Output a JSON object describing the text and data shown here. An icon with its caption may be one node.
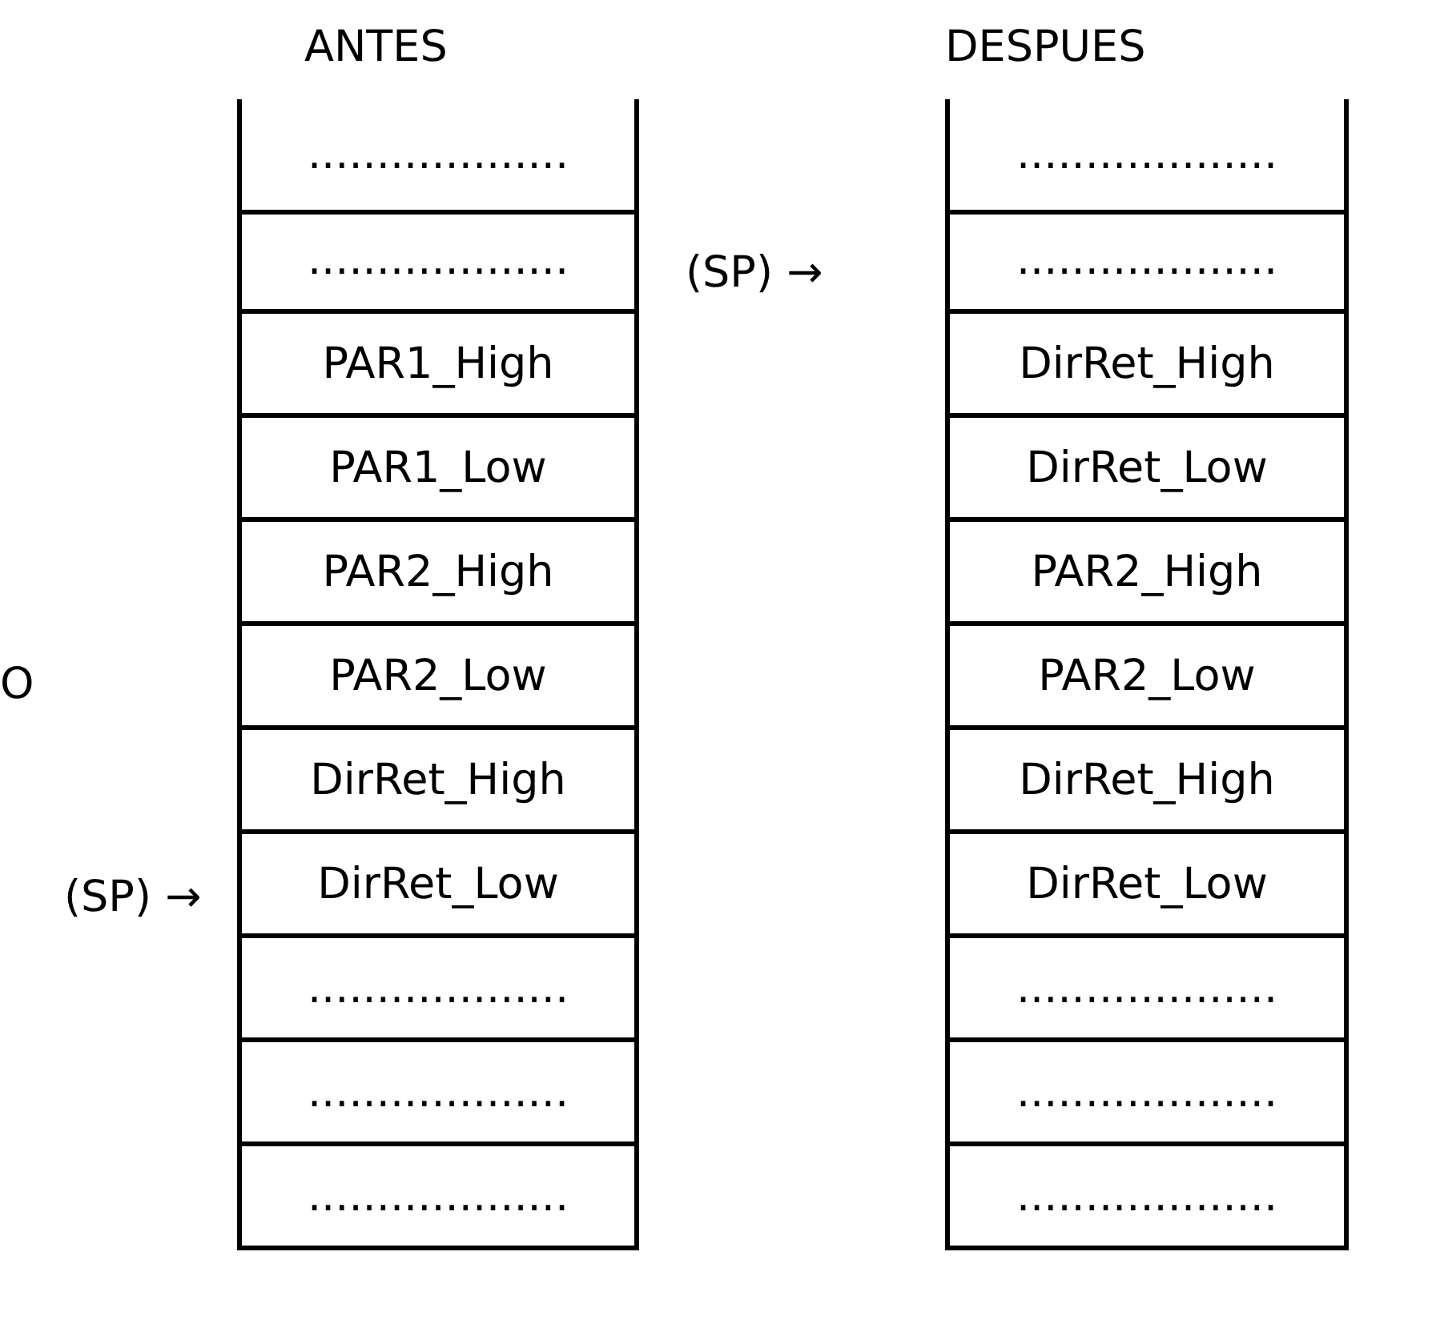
{
  "diagram": {
    "nodes": [
      {
        "text": [
          "ANTES"
        ]
      },
      {
        "text": [
          "..................."
        ],
        "in": 0
      },
      {
        "text": [
          "..................."
        ],
        "in": 0
      },
      {
        "text": [
          "PAR1_High"
        ],
        "in": 0
      },
      {
        "text": [
          "PAR1_Low"
        ],
        "in": 0
      },
      {
        "text": [
          "PAR2_High"
        ],
        "in": 0
      },
      {
        "text": [
          "PAR2_Low"
        ],
        "in": 0
      },
      {
        "text": [
          "DirRet_High"
        ],
        "in": 0
      },
      {
        "text": [
          "DirRet_Low"
        ],
        "in": 0
      },
      {
        "text": [
          "..................."
        ],
        "in": 0
      },
      {
        "text": [
          "..................."
        ],
        "in": 0
      },
      {
        "text": [
          "..................."
        ],
        "in": 0
      },
      {
        "text": [
          "DESPUES"
        ]
      },
      {
        "text": [
          "..................."
        ],
        "in": 12
      },
      {
        "text": [
          "..................."
        ],
        "in": 12
      },
      {
        "text": [
          "DirRet_High"
        ],
        "in": 12
      },
      {
        "text": [
          "DirRet_Low"
        ],
        "in": 12
      },
      {
        "text": [
          "PAR2_High"
        ],
        "in": 12
      },
      {
        "text": [
          "PAR2_Low"
        ],
        "in": 12
      },
      {
        "text": [
          "DirRet_High"
        ],
        "in": 12
      },
      {
        "text": [
          "DirRet_Low"
        ],
        "in": 12
      },
      {
        "text": [
          "..................."
        ],
        "in": 12
      },
      {
        "text": [
          "..................."
        ],
        "in": 12
      },
      {
        "text": [
          "..................."
        ],
        "in": 12
      }
    ],
    "labels": [
      "(SP) →",
      "O",
      "(SP) →"
    ]
  }
}
